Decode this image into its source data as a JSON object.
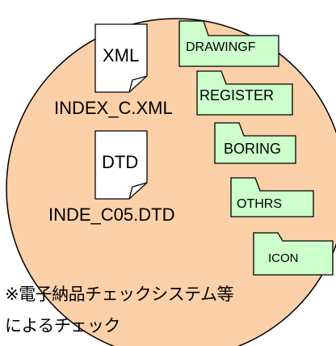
{
  "colors": {
    "circle_fill": "#fcd0a8",
    "circle_stroke": "#000000",
    "folder_fill": "#ccffcc",
    "doc_fill": "#ffffff"
  },
  "documents": [
    {
      "icon": "xml-document-icon",
      "icon_text": "XML",
      "filename": "INDEX_C.XML"
    },
    {
      "icon": "dtd-document-icon",
      "icon_text": "DTD",
      "filename": "INDE_C05.DTD"
    }
  ],
  "folders": [
    {
      "icon": "folder-icon",
      "label": "DRAWINGF"
    },
    {
      "icon": "folder-icon",
      "label": "REGISTER"
    },
    {
      "icon": "folder-icon",
      "label": "BORING"
    },
    {
      "icon": "folder-icon",
      "label": "OTHRS"
    },
    {
      "icon": "folder-icon",
      "label": "ICON"
    }
  ],
  "note": {
    "line1": "※電子納品チェックシステム等",
    "line2": "によるチェック"
  }
}
